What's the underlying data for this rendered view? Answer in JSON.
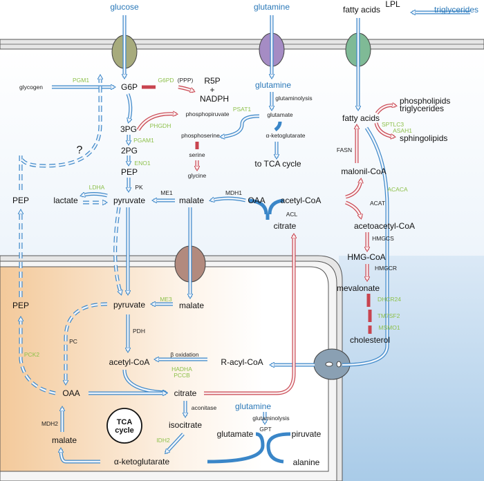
{
  "colors": {
    "enzyme_label": "#8dc04a",
    "metabolite_input": "#2a78b8",
    "blue_pathway": "#3a86c8",
    "red_pathway": "#c8444f",
    "mitochondria_matrix": "#f3c99a",
    "extracellular": "#a9cbe8"
  },
  "inputs": {
    "glucose": "glucose",
    "glutamine": "glutamine",
    "fatty_acids": "fatty acids",
    "lpl": "LPL",
    "triglycerides": "triglycerides"
  },
  "cytosol": {
    "glycogen": "glycogen",
    "pgm1": "PGM1",
    "g6p": "G6P",
    "g6pd": "G6PD",
    "ppp": "(PPP)",
    "r5p": "R5P",
    "plus": "+",
    "nadph": "NADPH",
    "glutamine": "glutamine",
    "glutaminolysis": "glutaminolysis",
    "glutamate": "glutamate",
    "psat1": "PSAT1",
    "akg": "α-ketoglutarate",
    "to_tca": "to TCA cycle",
    "phosphopiruvate": "phosphopiruvate",
    "phosphoserine": "phosphoserine",
    "serine": "serine",
    "glycine": "glycine",
    "phgdh": "PHGDH",
    "pg3": "3PG",
    "pgam1": "PGAM1",
    "pg2": "2PG",
    "eno1": "ENO1",
    "pep": "PEP",
    "pk": "PK",
    "pyruvate": "pyruvate",
    "lactate": "lactate",
    "ldha": "LDHA",
    "me1": "ME1",
    "malate": "malate",
    "mdh1": "MDH1",
    "oaa": "OAA",
    "acetyl_coa": "acetyl-CoA",
    "acl": "ACL",
    "citrate": "citrate",
    "pep_left": "PEP",
    "question": "?",
    "fatty_acids": "fatty acids",
    "phospholipids": "phospholipids",
    "triglycerides": "triglycerides",
    "sptlc3": "SPTLC3",
    "asah1": "ASAH1",
    "sphingolipids": "sphingolipids",
    "fasn": "FASN",
    "malonil_coa": "malonil-CoA",
    "acaca": "ACACA",
    "acat": "ACAT",
    "acetoacetyl_coa": "acetoacetyl-CoA",
    "hmgcs": "HMGCS",
    "hmg_coa": "HMG-CoA",
    "hmgcr": "HMGCR",
    "mevalonate": "mevalonate",
    "dhcr24": "DHCR24",
    "tm7sf2": "TM7SF2",
    "msmo1": "MSMO1",
    "cholesterol": "cholesterol"
  },
  "mitochondria": {
    "pep": "PEP",
    "pck2": "PCK2",
    "pyruvate": "pyruvate",
    "me3": "ME3",
    "malate": "malate",
    "pc": "PC",
    "pdh": "PDH",
    "acetyl_coa": "acetyl-CoA",
    "beta_oxidation": "β oxidation",
    "hadha": "HADHA",
    "pccb": "PCCB",
    "r_acyl_coa": "R-acyl-CoA",
    "oaa": "OAA",
    "citrate": "citrate",
    "aconitase": "aconitase",
    "glutamine": "glutamine",
    "glutaminolysis": "glutaminolysis",
    "isocitrate": "isocitrate",
    "tca_1": "TCA",
    "tca_2": "cycle",
    "mdh2": "MDH2",
    "malate2": "malate",
    "idh2": "IDH2",
    "akg": "α-ketoglutarate",
    "glutamate": "glutamate",
    "gpt": "GPT",
    "piruvate": "piruvate",
    "alanine": "alanine"
  }
}
